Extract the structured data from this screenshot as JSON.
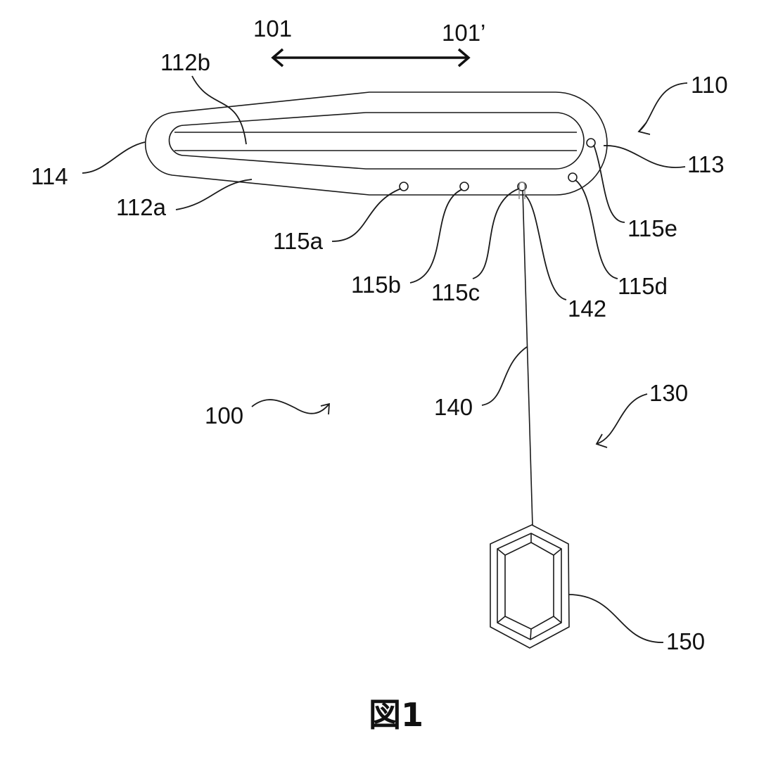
{
  "labels": {
    "l101": "101",
    "l101p": "101’",
    "l112b": "112b",
    "l110": "110",
    "l114": "114",
    "l113": "113",
    "l112a": "112a",
    "l115e": "115e",
    "l115a": "115a",
    "l115b": "115b",
    "l115c": "115c",
    "l115d": "115d",
    "l142": "142",
    "l140": "140",
    "l130": "130",
    "l100": "100",
    "l150": "150"
  },
  "caption": "図1"
}
